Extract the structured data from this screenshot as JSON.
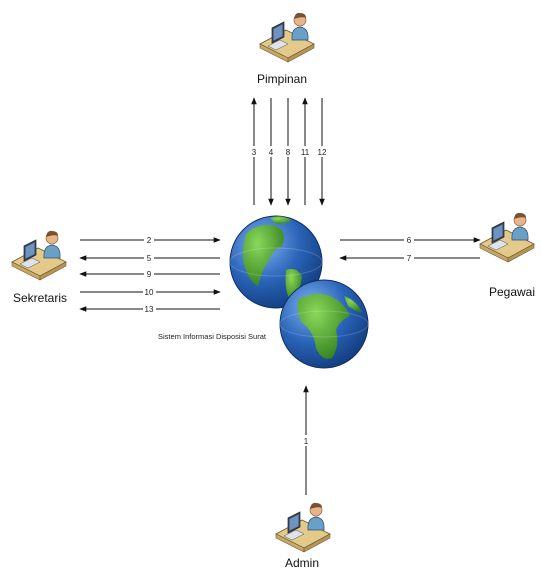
{
  "actors": {
    "pimpinan": "Pimpinan",
    "sekretaris": "Sekretaris",
    "pegawai": "Pegawai",
    "admin": "Admin"
  },
  "system_label": "Sistem Informasi Disposisi Surat",
  "flows": [
    {
      "id": "1",
      "from": "admin",
      "to": "system"
    },
    {
      "id": "2",
      "from": "sekretaris",
      "to": "system"
    },
    {
      "id": "3",
      "from": "system",
      "to": "pimpinan"
    },
    {
      "id": "4",
      "from": "pimpinan",
      "to": "system"
    },
    {
      "id": "5",
      "from": "system",
      "to": "sekretaris"
    },
    {
      "id": "6",
      "from": "system",
      "to": "pegawai"
    },
    {
      "id": "7",
      "from": "pegawai",
      "to": "system"
    },
    {
      "id": "8",
      "from": "pimpinan",
      "to": "system"
    },
    {
      "id": "9",
      "from": "system",
      "to": "sekretaris"
    },
    {
      "id": "10",
      "from": "sekretaris",
      "to": "system"
    },
    {
      "id": "11",
      "from": "system",
      "to": "pimpinan"
    },
    {
      "id": "12",
      "from": "pimpinan",
      "to": "system"
    },
    {
      "id": "13",
      "from": "system",
      "to": "sekretaris"
    }
  ],
  "icons": {
    "pimpinan": "user-at-desk-icon",
    "sekretaris": "user-at-desk-icon",
    "pegawai": "user-at-desk-icon",
    "admin": "user-at-desk-icon",
    "system": "globe-icon"
  },
  "colors": {
    "ocean": "#2a63b8",
    "land": "#4aa32c",
    "desk": "#e3c98a",
    "shirt": "#6aa0c8",
    "skin": "#e8b48a"
  }
}
